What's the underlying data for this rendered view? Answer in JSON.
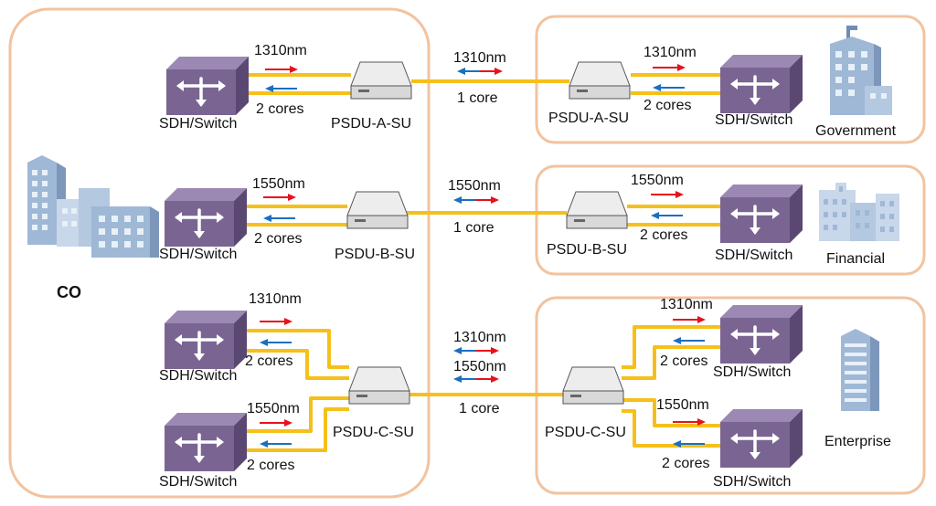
{
  "colors": {
    "fiber": "#F5C01A",
    "frame": "#F2C39F",
    "switch_front": "#7A6592",
    "switch_top": "#9C89B3",
    "arrow_red": "#E8111B",
    "arrow_blue": "#1A6FC1",
    "building": "#9FB8D6"
  },
  "co": {
    "label": "CO"
  },
  "rows": [
    {
      "co_switch_label": "SDH/Switch",
      "co_wavelength": "1310nm",
      "co_cores": "2 cores",
      "co_psdu_label": "PSDU-A-SU",
      "trunk_wavelength": "1310nm",
      "trunk_cores": "1 core",
      "remote_psdu_label": "PSDU-A-SU",
      "remote_wavelength": "1310nm",
      "remote_cores": "2 cores",
      "remote_switch_label": "SDH/Switch",
      "site_label": "Government"
    },
    {
      "co_switch_label": "SDH/Switch",
      "co_wavelength": "1550nm",
      "co_cores": "2 cores",
      "co_psdu_label": "PSDU-B-SU",
      "trunk_wavelength": "1550nm",
      "trunk_cores": "1 core",
      "remote_psdu_label": "PSDU-B-SU",
      "remote_wavelength": "1550nm",
      "remote_cores": "2 cores",
      "remote_switch_label": "SDH/Switch",
      "site_label": "Financial"
    },
    {
      "co_switch1_label": "SDH/Switch",
      "co_wavelength1": "1310nm",
      "co_cores1": "2 cores",
      "co_switch2_label": "SDH/Switch",
      "co_wavelength2": "1550nm",
      "co_cores2": "2 cores",
      "co_psdu_label": "PSDU-C-SU",
      "trunk_wavelength1": "1310nm",
      "trunk_wavelength2": "1550nm",
      "trunk_cores": "1 core",
      "remote_psdu_label": "PSDU-C-SU",
      "remote_wavelength1": "1310nm",
      "remote_cores1": "2 cores",
      "remote_switch1_label": "SDH/Switch",
      "remote_wavelength2": "1550nm",
      "remote_cores2": "2 cores",
      "remote_switch2_label": "SDH/Switch",
      "site_label": "Enterprise"
    }
  ]
}
